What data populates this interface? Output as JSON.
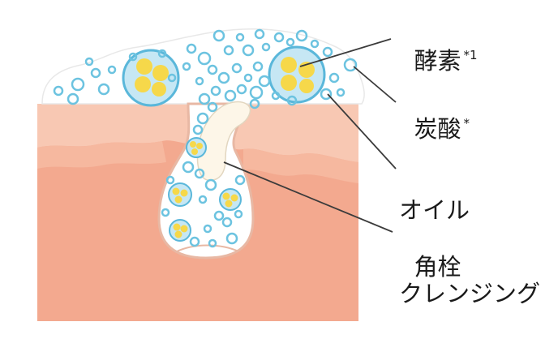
{
  "labels": {
    "enzyme": "酵素",
    "enzyme_mark": "*1",
    "carbonic": "炭酸",
    "carbonic_mark": "*",
    "oil_line1": "オイル",
    "oil_line2": "クレンジング",
    "plug": "角栓"
  },
  "colors": {
    "skin_base": "#f3a98f",
    "skin_top": "#f8c8b3",
    "skin_deep": "#f0a085",
    "skin_light": "#fadbc9",
    "foam": "#ffffff",
    "foam_edge": "#e6e6e6",
    "bubble": "#6cc3e0",
    "ball": "#c6e7f4",
    "ball_edge": "#5ab7da",
    "enzyme_dot": "#f6d84a",
    "plug": "#ffffff",
    "leader": "#3b3b3b"
  }
}
